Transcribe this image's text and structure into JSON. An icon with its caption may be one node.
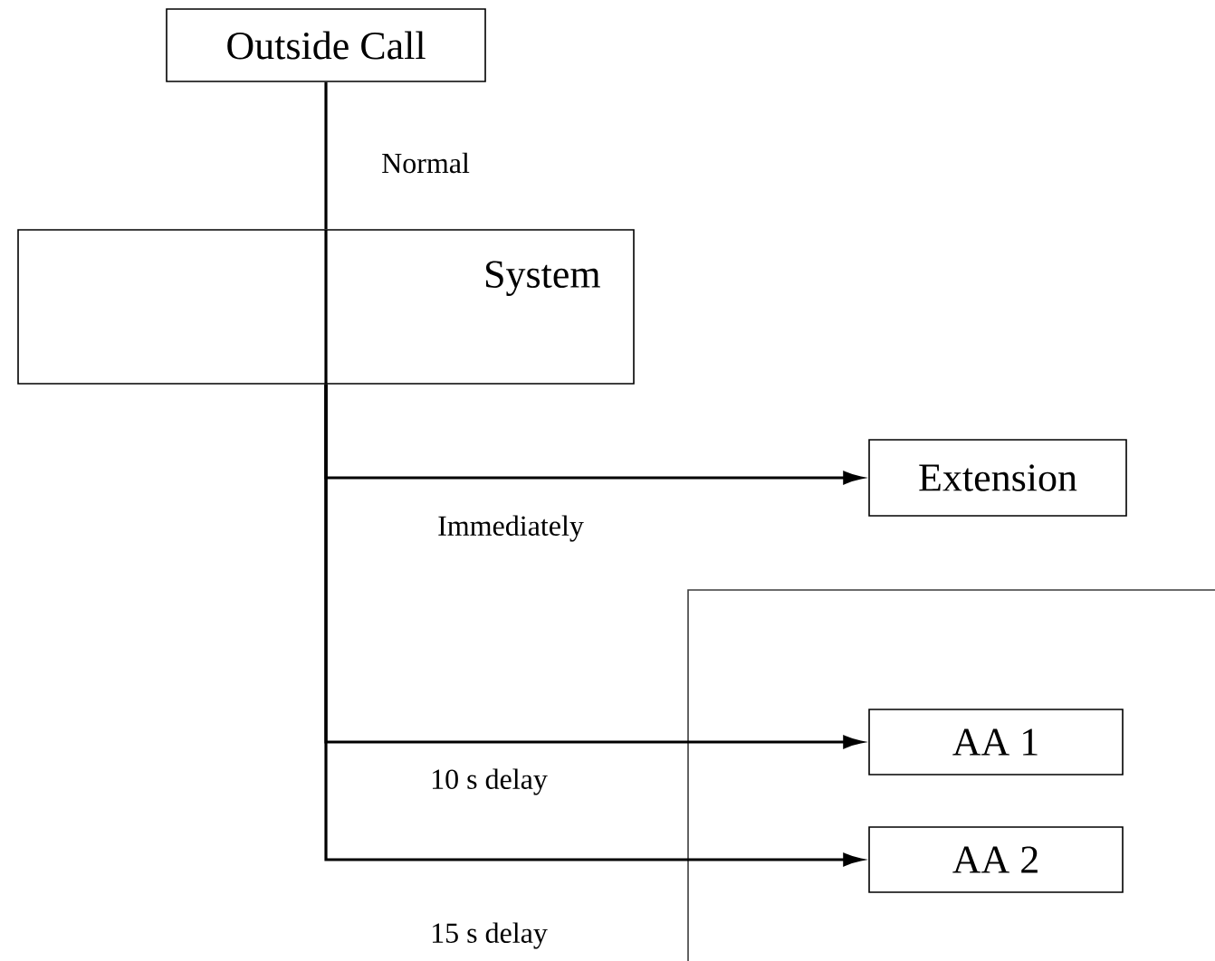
{
  "diagram": {
    "nodes": [
      {
        "text": [
          "Outside Call"
        ]
      },
      {
        "text": [
          "System"
        ]
      },
      {
        "text": [
          "Extension"
        ]
      },
      {
        "text": [],
        "shape": "box"
      },
      {
        "text": [
          "AA 1"
        ],
        "in": 3
      },
      {
        "text": [
          "AA 2"
        ],
        "in": 3
      }
    ],
    "edges": [
      {
        "from": 0,
        "to": 1,
        "arrow": "none",
        "label": "Normal"
      },
      {
        "from": 1,
        "to": 2,
        "arrow": "to",
        "label": "Immediately"
      },
      {
        "from": 1,
        "to": 4,
        "arrow": "to",
        "label": "10 s delay"
      },
      {
        "from": 1,
        "to": 5,
        "arrow": "to",
        "label": "15 s delay"
      }
    ]
  }
}
